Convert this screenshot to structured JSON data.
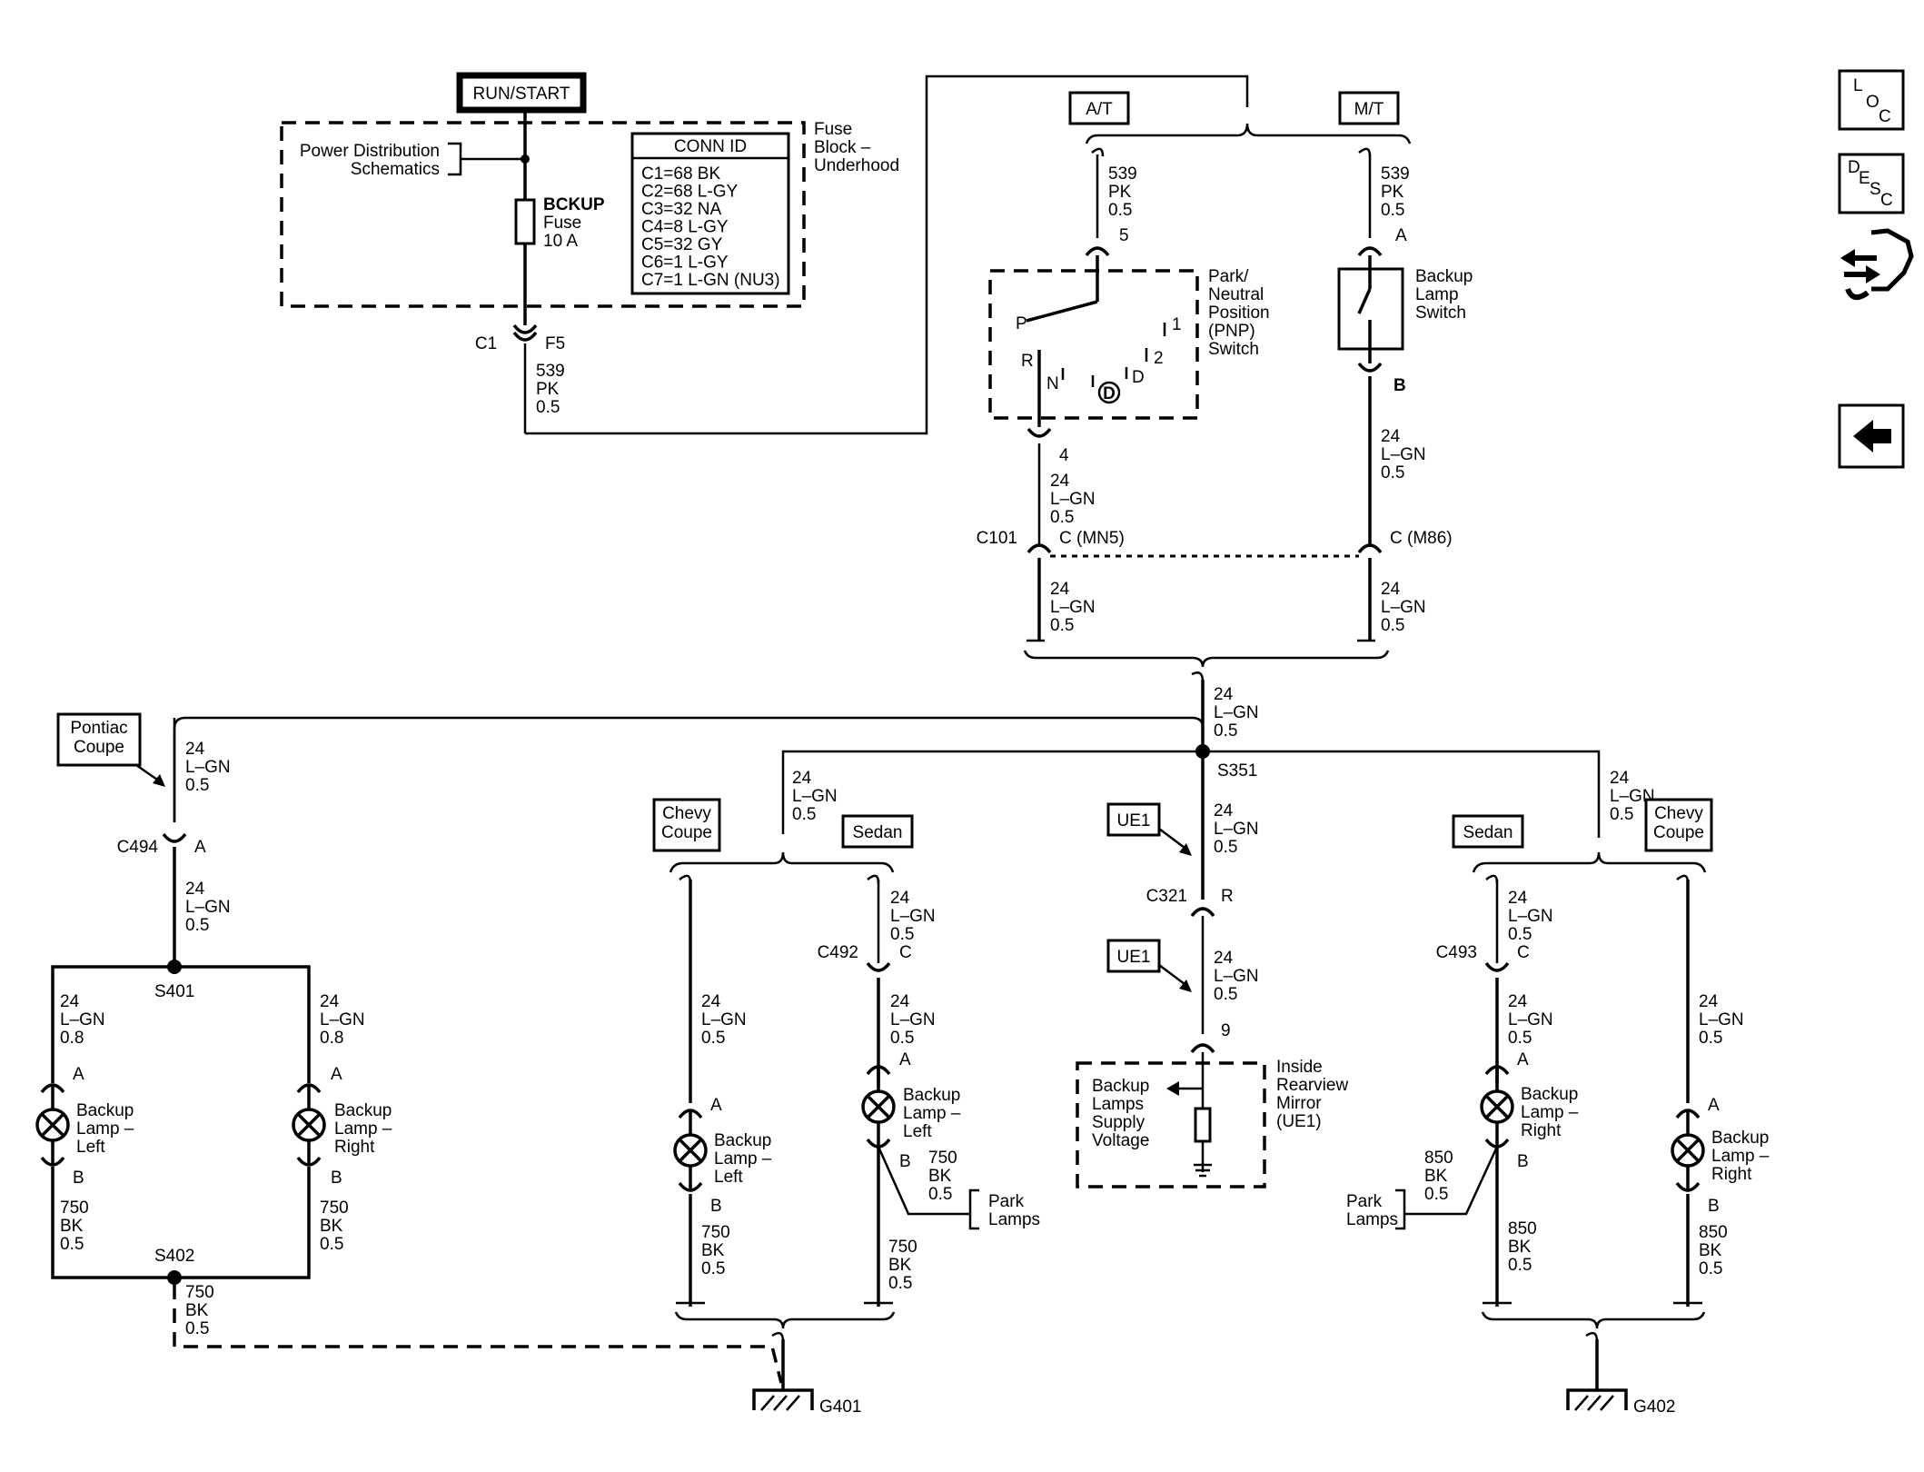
{
  "power": {
    "run_start": "RUN/START",
    "pds": "Power Distribution",
    "pds2": "Schematics",
    "fuse_name": "BCKUP",
    "fuse_word": "Fuse",
    "fuse_rating": "10 A",
    "fuse_block": [
      "Fuse",
      "Block –",
      "Underhood"
    ],
    "c1": "C1",
    "f5": "F5",
    "out_wire": [
      "539",
      "PK",
      "0.5"
    ]
  },
  "conn_id": {
    "title": "CONN ID",
    "rows": [
      "C1=68 BK",
      "C2=68 L-GY",
      "C3=32 NA",
      "C4=8 L-GY",
      "C5=32 GY",
      "C6=1 L-GY",
      "C7=1 L-GN (NU3)"
    ]
  },
  "trans": {
    "at": "A/T",
    "mt": "M/T",
    "at_wire": [
      "539",
      "PK",
      "0.5"
    ],
    "at_pin": "5",
    "mt_wire": [
      "539",
      "PK",
      "0.5"
    ],
    "mt_pin": "A",
    "pnp_label": [
      "Park/",
      "Neutral",
      "Position",
      "(PNP)",
      "Switch"
    ],
    "pnp_p": "P",
    "pnp_r": "R",
    "pnp_n": "N",
    "pnp_d": "D",
    "pnp_1": "1",
    "pnp_2": "2",
    "pnp_out_pin": "4",
    "pnp_out_wire": [
      "24",
      "L–GN",
      "0.5"
    ],
    "bls_label": [
      "Backup",
      "Lamp",
      "Switch"
    ],
    "bls_b": "B",
    "bls_out_wire": [
      "24",
      "L–GN",
      "0.5"
    ],
    "c101": "C101",
    "c_mn5": "C (MN5)",
    "c_m86": "C (M86)",
    "left_low_wire": [
      "24",
      "L–GN",
      "0.5"
    ],
    "right_low_wire": [
      "24",
      "L–GN",
      "0.5"
    ]
  },
  "center": {
    "trunk_wire": [
      "24",
      "L–GN",
      "0.5"
    ],
    "s351": "S351",
    "ue1_a": "UE1",
    "ue1_b": "UE1",
    "mid_wire1": [
      "24",
      "L–GN",
      "0.5"
    ],
    "c321": "C321",
    "c321_pin": "R",
    "mid_wire2": [
      "24",
      "L–GN",
      "0.5"
    ],
    "mirror_pin": "9",
    "mirror_inner": [
      "Backup",
      "Lamps",
      "Supply",
      "Voltage"
    ],
    "mirror_label": [
      "Inside",
      "Rearview",
      "Mirror",
      "(UE1)"
    ]
  },
  "pontiac": {
    "tag": [
      "Pontiac",
      "Coupe"
    ],
    "wire_top": [
      "24",
      "L–GN",
      "0.5"
    ],
    "c494": "C494",
    "c494_pin": "A",
    "wire_mid": [
      "24",
      "L–GN",
      "0.5"
    ],
    "s401": "S401",
    "left_wire": [
      "24",
      "L–GN",
      "0.8"
    ],
    "right_wire": [
      "24",
      "L–GN",
      "0.8"
    ],
    "pin_a_l": "A",
    "pin_a_r": "A",
    "lamp_left": [
      "Backup",
      "Lamp –",
      "Left"
    ],
    "lamp_right": [
      "Backup",
      "Lamp –",
      "Right"
    ],
    "pin_b_l": "B",
    "pin_b_r": "B",
    "gnd_wire_l": [
      "750",
      "BK",
      "0.5"
    ],
    "gnd_wire_r": [
      "750",
      "BK",
      "0.5"
    ],
    "s402": "S402",
    "gnd_out": [
      "750",
      "BK",
      "0.5"
    ]
  },
  "left_group": {
    "wire_top": [
      "24",
      "L–GN",
      "0.5"
    ],
    "chevy": [
      "Chevy",
      "Coupe"
    ],
    "sedan": "Sedan",
    "coupe_wire": [
      "24",
      "L–GN",
      "0.5"
    ],
    "coupe_pin_a": "A",
    "coupe_lamp": [
      "Backup",
      "Lamp –",
      "Left"
    ],
    "coupe_pin_b": "B",
    "coupe_gnd": [
      "750",
      "BK",
      "0.5"
    ],
    "sedan_wire1": [
      "24",
      "L–GN",
      "0.5"
    ],
    "c492": "C492",
    "c492_pin": "C",
    "sedan_wire2": [
      "24",
      "L–GN",
      "0.5"
    ],
    "sedan_pin_a": "A",
    "sedan_lamp": [
      "Backup",
      "Lamp –",
      "Left"
    ],
    "sedan_pin_b": "B",
    "sedan_park_wire": [
      "750",
      "BK",
      "0.5"
    ],
    "park": [
      "Park",
      "Lamps"
    ],
    "sedan_gnd": [
      "750",
      "BK",
      "0.5"
    ],
    "g401": "G401"
  },
  "right_group": {
    "wire_top": [
      "24",
      "L–GN",
      "0.5"
    ],
    "sedan": "Sedan",
    "chevy": [
      "Chevy",
      "Coupe"
    ],
    "sedan_wire1": [
      "24",
      "L–GN",
      "0.5"
    ],
    "c493": "C493",
    "c493_pin": "C",
    "sedan_wire2": [
      "24",
      "L–GN",
      "0.5"
    ],
    "sedan_pin_a": "A",
    "sedan_lamp": [
      "Backup",
      "Lamp –",
      "Right"
    ],
    "sedan_pin_b": "B",
    "sedan_park_wire": [
      "850",
      "BK",
      "0.5"
    ],
    "park": [
      "Park",
      "Lamps"
    ],
    "sedan_gnd": [
      "850",
      "BK",
      "0.5"
    ],
    "coupe_wire": [
      "24",
      "L–GN",
      "0.5"
    ],
    "coupe_pin_a": "A",
    "coupe_lamp": [
      "Backup",
      "Lamp –",
      "Right"
    ],
    "coupe_pin_b": "B",
    "coupe_gnd": [
      "850",
      "BK",
      "0.5"
    ],
    "g402": "G402"
  },
  "nav": {
    "loc": [
      "L",
      "O",
      "C"
    ],
    "desc": [
      "D",
      "E",
      "S",
      "C"
    ],
    "icons": [
      "loc-icon",
      "desc-icon",
      "connector-icon",
      "back-arrow-icon"
    ]
  }
}
